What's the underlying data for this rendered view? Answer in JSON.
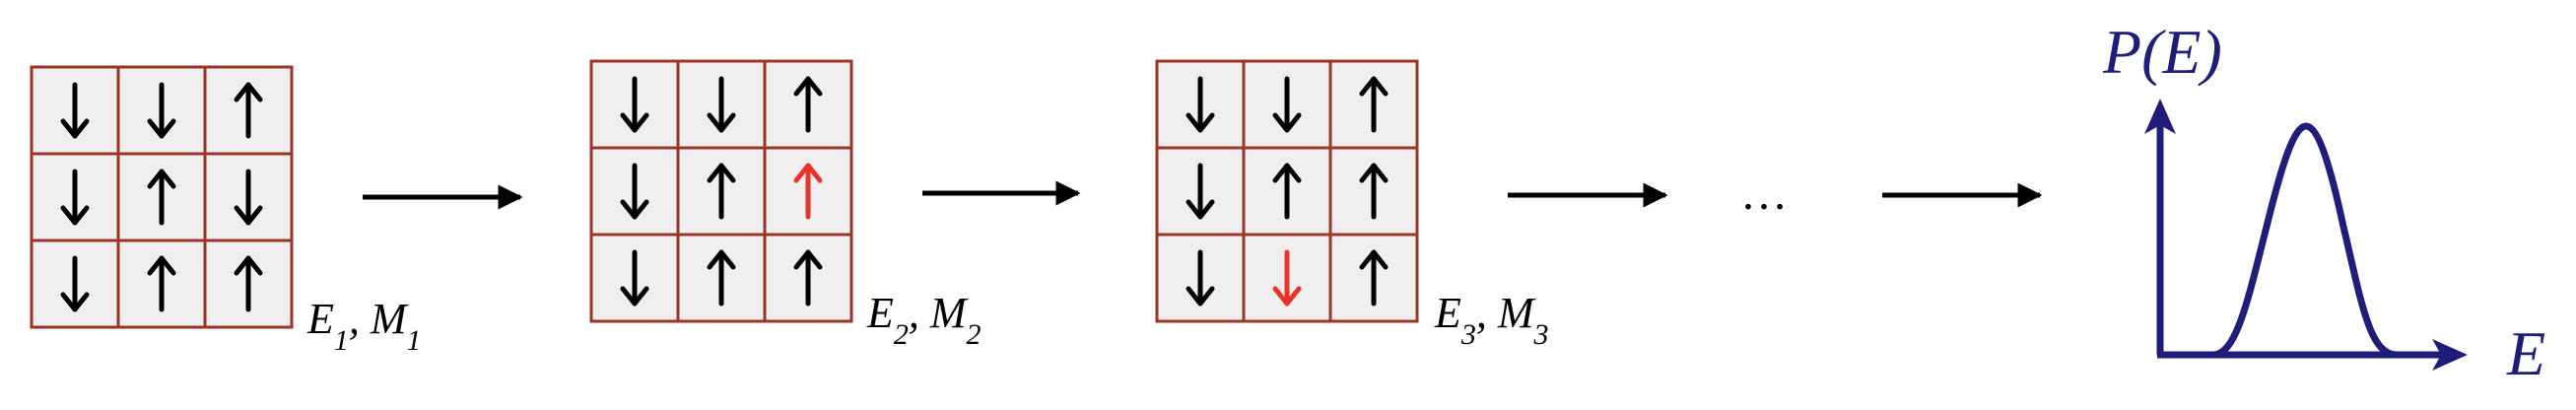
{
  "colors": {
    "cell_fill": "#f1eeef",
    "cell_border": "#9b3528",
    "spin_default": "#000000",
    "spin_flipped": "#e8332a",
    "distribution": "#1f1d7a"
  },
  "states": [
    {
      "spins": [
        [
          "down",
          "down",
          "up"
        ],
        [
          "down",
          "up",
          "down"
        ],
        [
          "down",
          "up",
          "up"
        ]
      ],
      "flipped": [],
      "energy_label": "E",
      "energy_sub": "1",
      "sep": ", ",
      "mag_label": "M",
      "mag_sub": "1"
    },
    {
      "spins": [
        [
          "down",
          "down",
          "up"
        ],
        [
          "down",
          "up",
          "up"
        ],
        [
          "down",
          "up",
          "up"
        ]
      ],
      "flipped": [
        [
          1,
          2
        ]
      ],
      "energy_label": "E",
      "energy_sub": "2",
      "sep": ", ",
      "mag_label": "M",
      "mag_sub": "2"
    },
    {
      "spins": [
        [
          "down",
          "down",
          "up"
        ],
        [
          "down",
          "up",
          "up"
        ],
        [
          "down",
          "down",
          "up"
        ]
      ],
      "flipped": [
        [
          2,
          1
        ]
      ],
      "energy_label": "E",
      "energy_sub": "3",
      "sep": ", ",
      "mag_label": "M",
      "mag_sub": "3"
    }
  ],
  "ellipsis": "…",
  "distribution_plot": {
    "ylabel": "P(E)",
    "xlabel": "E",
    "shape": "single-peak"
  }
}
